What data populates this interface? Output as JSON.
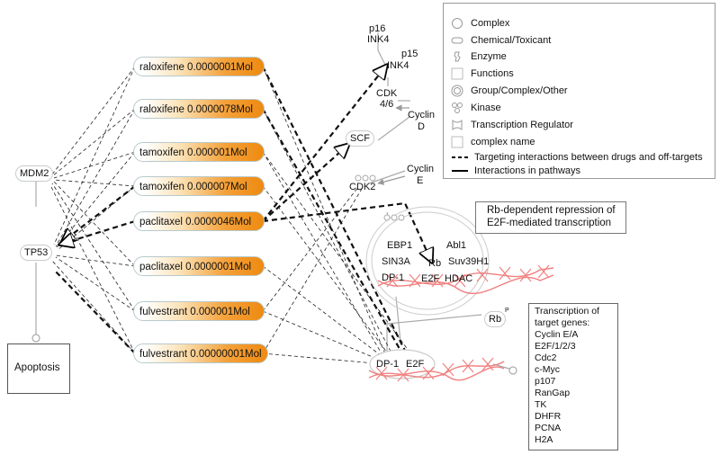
{
  "drugs": [
    "raloxifene 0.0000001Mol",
    "raloxifene 0.0000078Mol",
    "tamoxifen 0.000001Mol",
    "tamoxifen 0.000007Mol",
    "paclitaxel 0.0000046Mol",
    "paclitaxel 0.0000001Mol",
    "fulvestrant 0.000001Mol",
    "fulvestrant 0.00000001Mol"
  ],
  "nodes": {
    "mdm2": "MDM2",
    "tp53": "TP53",
    "p16": "p16",
    "p16_2": "INK4",
    "p15": "p15",
    "p15_2": "INK4",
    "cdk46": "CDK",
    "cdk46_2": "4/6",
    "cyclin_d": "Cyclin",
    "cyclin_d_2": "D",
    "scf": "SCF",
    "cyclin_e": "Cyclin",
    "cyclin_e_2": "E",
    "cdk2": "CDK2",
    "ebp1": "EBP1",
    "abl1": "Abl1",
    "sin3a": "SIN3A",
    "rb": "Rb",
    "suv39h1": "Suv39H1",
    "dp1_top": "DP-1",
    "e2f_top": "E2F",
    "hdac": "HDAC",
    "rb_p": "Rb",
    "p_mark": "P",
    "dp1_bottom": "DP-1",
    "e2f_bottom": "E2F"
  },
  "boxes": {
    "apoptosis": "Apoptosis",
    "rb_dependent": [
      "Rb-dependent repression of",
      "E2F-mediated transcription"
    ],
    "transcription": [
      "Transcription of",
      "target genes:",
      "Cyclin E/A",
      "E2F/1/2/3",
      "Cdc2",
      "c-Myc",
      "p107",
      "RanGap",
      "TK",
      "DHFR",
      "PCNA",
      "H2A"
    ]
  },
  "legend": [
    {
      "icon": "circle-icon",
      "label": "Complex"
    },
    {
      "icon": "chemical-icon",
      "label": "Chemical/Toxicant"
    },
    {
      "icon": "enzyme-icon",
      "label": "Enzyme"
    },
    {
      "icon": "square-icon",
      "label": "Functions"
    },
    {
      "icon": "double-circle-icon",
      "label": "Group/Complex/Other"
    },
    {
      "icon": "kinase-icon",
      "label": "Kinase"
    },
    {
      "icon": "transcription-regulator-icon",
      "label": "Transcription Regulator"
    },
    {
      "icon": "square-icon",
      "label": "complex name"
    },
    {
      "icon": "dashed-line-icon",
      "label": "Targeting interactions between drugs and off-targets"
    },
    {
      "icon": "solid-line-icon",
      "label": "Interactions in pathways"
    }
  ],
  "colors": {
    "drug_gradient_end": "#ee8a10",
    "dna_cross": "#f08080",
    "edge": "#000000"
  }
}
